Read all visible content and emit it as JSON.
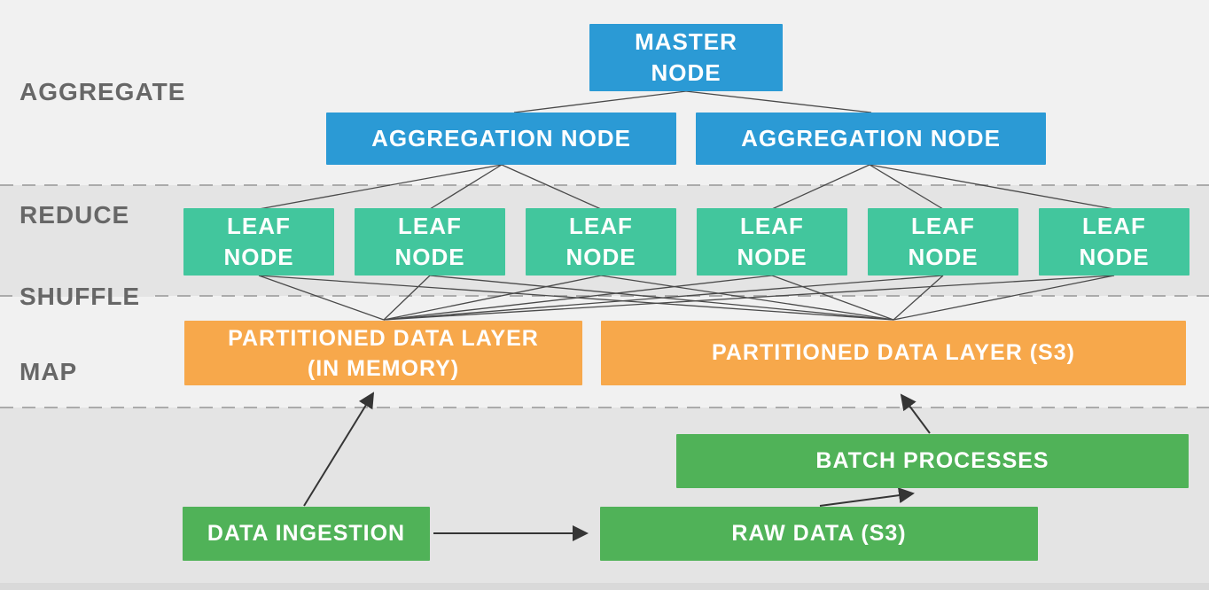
{
  "stage_labels": {
    "aggregate": "AGGREGATE",
    "reduce": "REDUCE",
    "shuffle": "SHUFFLE",
    "map": "MAP"
  },
  "nodes": {
    "master_node": {
      "line1": "MASTER",
      "line2": "NODE"
    },
    "aggregation_node": {
      "label": "AGGREGATION NODE"
    },
    "leaf_node": {
      "line1": "LEAF",
      "line2": "NODE"
    },
    "partitioned_memory": {
      "line1": "PARTITIONED DATA LAYER",
      "line2": "(IN MEMORY)"
    },
    "partitioned_s3": {
      "label": "PARTITIONED DATA LAYER (S3)"
    },
    "batch_processes": {
      "label": "BATCH PROCESSES"
    },
    "data_ingestion": {
      "label": "DATA INGESTION"
    },
    "raw_data": {
      "label": "RAW DATA (S3)"
    }
  },
  "edges": {
    "tree": [
      "master-node->aggregation-node-1",
      "master-node->aggregation-node-2",
      "aggregation-node-1->leaf-node-1",
      "aggregation-node-1->leaf-node-2",
      "aggregation-node-1->leaf-node-3",
      "aggregation-node-2->leaf-node-4",
      "aggregation-node-2->leaf-node-5",
      "aggregation-node-2->leaf-node-6"
    ],
    "shuffle": [
      "leaf-node-1->partitioned-data-layer-in-memory",
      "leaf-node-1->partitioned-data-layer-s3",
      "leaf-node-2->partitioned-data-layer-in-memory",
      "leaf-node-2->partitioned-data-layer-s3",
      "leaf-node-3->partitioned-data-layer-in-memory",
      "leaf-node-3->partitioned-data-layer-s3",
      "leaf-node-4->partitioned-data-layer-in-memory",
      "leaf-node-4->partitioned-data-layer-s3",
      "leaf-node-5->partitioned-data-layer-in-memory",
      "leaf-node-5->partitioned-data-layer-s3",
      "leaf-node-6->partitioned-data-layer-in-memory",
      "leaf-node-6->partitioned-data-layer-s3"
    ],
    "flow_arrows": [
      "data-ingestion->partitioned-data-layer-in-memory",
      "data-ingestion->raw-data-s3",
      "raw-data-s3->batch-processes",
      "batch-processes->partitioned-data-layer-s3"
    ]
  },
  "colors": {
    "node_blue": "#2B9AD5",
    "node_teal": "#42C69D",
    "node_orange": "#F7A84B",
    "node_green": "#50B258",
    "band_light": "#F1F1F1",
    "band_dark": "#E4E4E4",
    "bottom_strip": "#D9D9D9",
    "stage_label": "#676767",
    "connector": "#4A4A4A",
    "arrow": "#353535",
    "dash": "#ABABAB"
  }
}
